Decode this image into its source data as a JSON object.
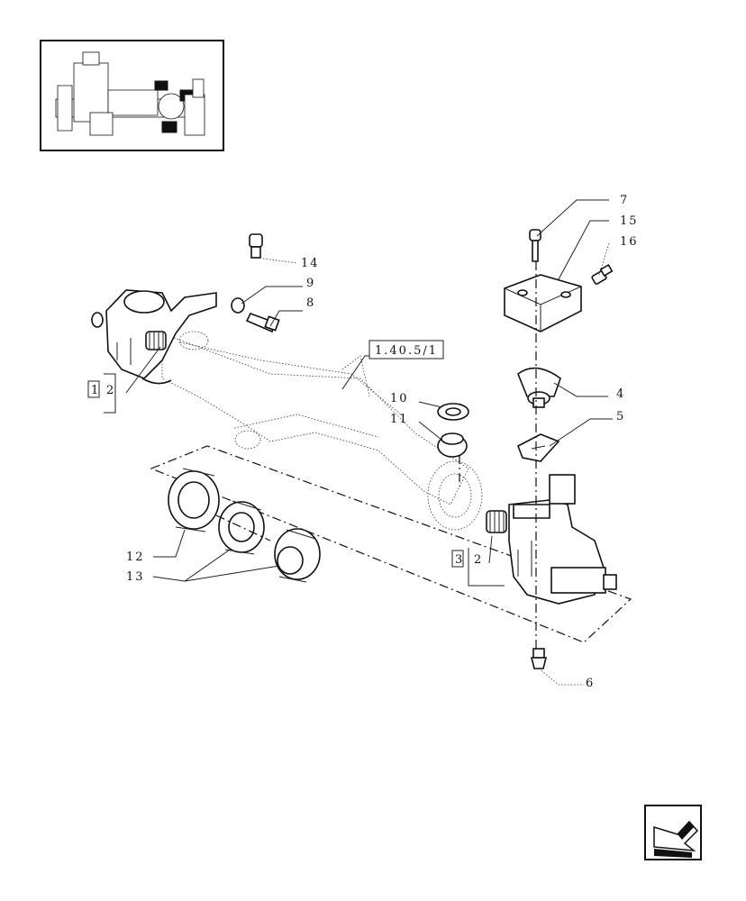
{
  "labels": {
    "l1": "1",
    "l2a": "2",
    "l2b": "2",
    "l3": "3",
    "l4": "4",
    "l5": "5",
    "l6": "6",
    "l7": "7",
    "l8": "8",
    "l9": "9",
    "l10": "10",
    "l11": "11",
    "l12": "12",
    "l13": "13",
    "l14": "14",
    "l15": "15",
    "l16": "16",
    "ref": "1.40.5/1"
  },
  "icons": {
    "thumbnail": "axle-overview-thumbnail",
    "nav": "back-arrow-icon"
  }
}
